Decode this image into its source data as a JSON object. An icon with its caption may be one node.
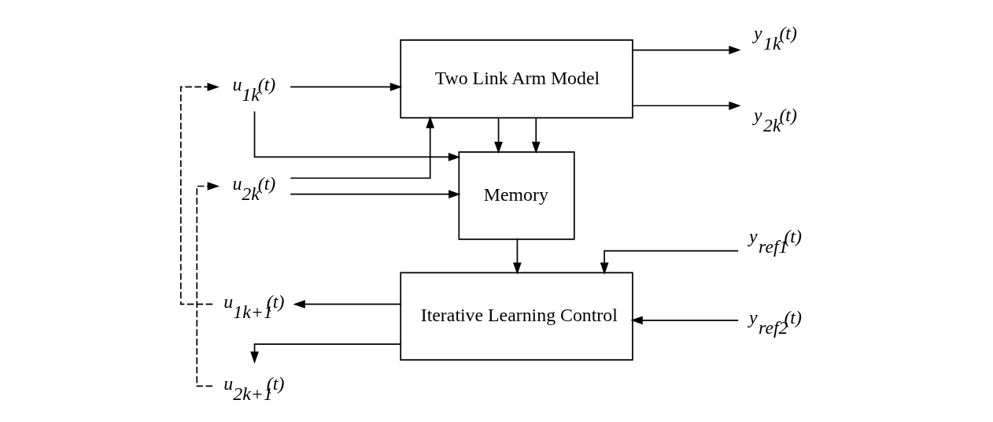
{
  "diagram": {
    "nodes": [
      {
        "text": [
          "u$_{1k}$(t)"
        ]
      },
      {
        "text": [
          "u$_{2k}$(t)"
        ]
      },
      {
        "text": [
          "Two Link Arm Model"
        ]
      },
      {
        "text": [
          "y$_{1k}$(t)"
        ]
      },
      {
        "text": [
          "y$_{2k}$(t)"
        ]
      },
      {
        "text": [
          "Memory"
        ]
      },
      {
        "text": [
          "Iterative Learning Control"
        ]
      },
      {
        "text": [
          "u$_{1k+1}$(t)"
        ]
      },
      {
        "text": [
          "u$_{2k+1}$(t)"
        ]
      },
      {
        "text": [
          "y$_{ref1}$(t)"
        ]
      },
      {
        "text": [
          "y$_{ref2}$(t)"
        ]
      }
    ],
    "edges": [
      {
        "from": 0,
        "to": 2,
        "arrow": "to"
      },
      {
        "from": 1,
        "to": 2,
        "arrow": "to"
      },
      {
        "from": 0,
        "to": 5,
        "arrow": "to"
      },
      {
        "from": 1,
        "to": 5,
        "arrow": "to"
      },
      {
        "from": 2,
        "to": 3,
        "arrow": "to"
      },
      {
        "from": 2,
        "to": 4,
        "arrow": "to"
      },
      {
        "from": 2,
        "to": 5,
        "arrow": "to"
      },
      {
        "from": 2,
        "to": 5,
        "arrow": "to"
      },
      {
        "from": 5,
        "to": 6,
        "arrow": "to"
      },
      {
        "from": 6,
        "to": 7,
        "arrow": "to"
      },
      {
        "from": 6,
        "to": 8,
        "arrow": "to"
      },
      {
        "from": 9,
        "to": 6,
        "arrow": "to"
      },
      {
        "from": 10,
        "to": 6,
        "arrow": "to"
      },
      {
        "from": 7,
        "to": 0,
        "arrow": "to",
        "style": "dashed"
      },
      {
        "from": 8,
        "to": 1,
        "arrow": "to",
        "style": "dashed"
      }
    ]
  }
}
